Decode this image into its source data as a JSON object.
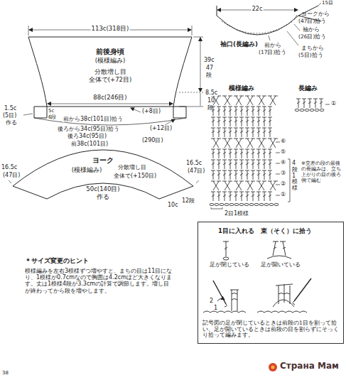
{
  "diagram": {
    "nodes": [
      {
        "text": [
          "1目に入れる",
          "束（そく）に拾う",
          "足が閉じている",
          "足が開いている",
          "2",
          "1",
          "記号図の足が閉じているときは前段の1目を割って拾い、足が開いているときは前段の目を割らずにそっくり拾って編みます。"
        ]
      }
    ],
    "labels": [
      "113c(318目)",
      "前後身頃",
      "(模様編み)",
      "分散増し目",
      "全体で(+72目)",
      "39c",
      "47",
      "段",
      "8.5c",
      "10",
      "段",
      "88c(246目)",
      "1.5c",
      "(5目)",
      "作る",
      "5c",
      "6段",
      "(+8目)",
      "前から38c(101目)拾う",
      "(+12目)",
      "後ろから34c(95目)拾う",
      "後ろ34c(95目)",
      "(290目)",
      "前38c(101目)",
      "ヨーク",
      "(模様編み)",
      "分散増し目",
      "全体で(+150目)",
      "16.5c",
      "(47目)",
      "16.5c",
      "(47目)",
      "50c(140目)",
      "作る",
      "10c",
      "12段",
      "22c",
      "15目",
      "ヨークから",
      "(47目)拾う",
      "袖から",
      "(26目)拾う",
      "前から",
      "(17目)拾う",
      "まちから",
      "(5目)拾う",
      "袖口(長編み)",
      "模様編み",
      "長編み",
      "⑥",
      "⑤",
      "④",
      "③",
      "②",
      "①",
      "4段1模様",
      "※交差の段の最後の長編みは、立ち上がりの目の後ろ側で編む",
      "2目1模様",
      "①",
      "＊サイズ変更のヒント",
      "模様編みを左右3模様ずつ増やすと、まちの目は11目になり、1模様が0.7cmなので胸囲は4.2cmほど大きくなります。丈は1模様4段が3.3cmの計算で調節します。増し目が終わってから段を増やします。",
      "38",
      "Страна Мам"
    ]
  }
}
